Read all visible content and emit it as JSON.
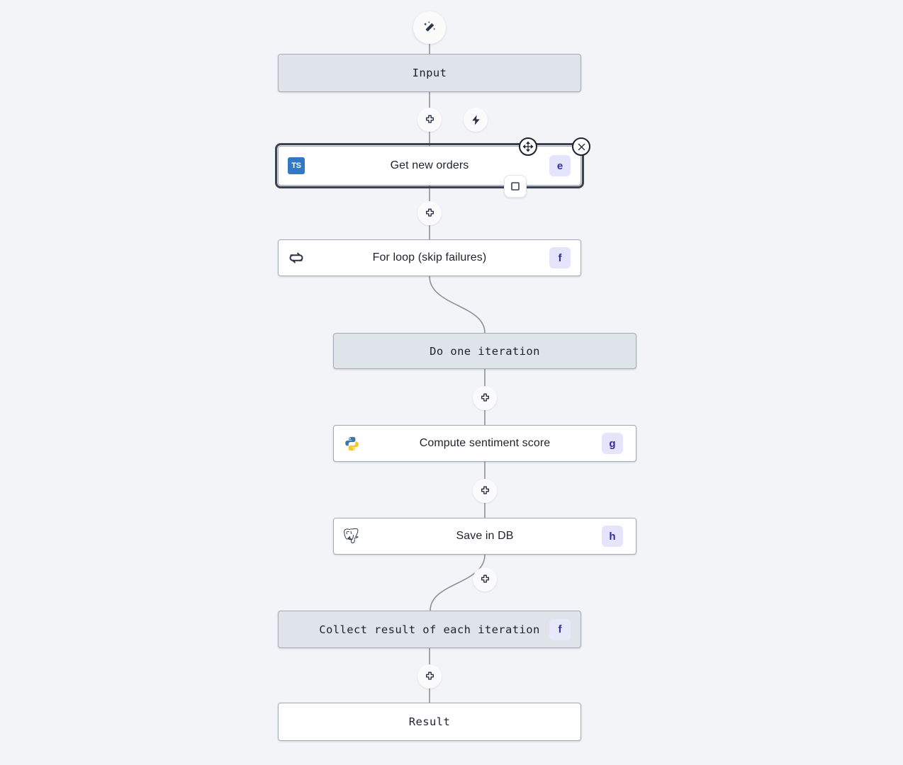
{
  "canvas": {
    "background": "#f2f4f7",
    "accent_badge_bg": "#e4e4fc",
    "accent_badge_fg": "#312e9e",
    "virtual_node_bg": "#dfe4eb",
    "node_border": "#a5acb8",
    "selection_border": "#3b4252",
    "edge_color": "#8b919c"
  },
  "toolbar": {
    "wand_label": "magic-wand",
    "lightning_label": "lightning"
  },
  "nodes": [
    {
      "id": "input",
      "label": "Input",
      "type": "virtual",
      "mono": true,
      "icon": null,
      "badge": null
    },
    {
      "id": "get-new-orders",
      "label": "Get new orders",
      "type": "selected",
      "mono": false,
      "icon": "typescript-icon",
      "badge": "e"
    },
    {
      "id": "for-loop",
      "label": "For loop (skip failures)",
      "type": "plain",
      "mono": false,
      "icon": "loop-icon",
      "badge": "f"
    },
    {
      "id": "do-one-iteration",
      "label": "Do one iteration",
      "type": "virtual",
      "mono": true,
      "icon": null,
      "badge": null
    },
    {
      "id": "compute-sentiment-score",
      "label": "Compute sentiment score",
      "type": "plain",
      "mono": false,
      "icon": "python-icon",
      "badge": "g"
    },
    {
      "id": "save-in-db",
      "label": "Save in DB",
      "type": "plain",
      "mono": false,
      "icon": "postgresql-icon",
      "badge": "h"
    },
    {
      "id": "collect-result",
      "label": "Collect result of each iteration",
      "type": "virtual",
      "mono": true,
      "icon": null,
      "badge": "f"
    },
    {
      "id": "result",
      "label": "Result",
      "type": "plain",
      "mono": true,
      "icon": null,
      "badge": null
    }
  ],
  "edge_buttons": [
    {
      "id": "add-after-input",
      "icon": "plus-icon"
    },
    {
      "id": "add-trigger",
      "icon": "lightning-icon"
    },
    {
      "id": "add-after-get-new-orders",
      "icon": "plus-icon"
    },
    {
      "id": "add-after-do-one-iteration",
      "icon": "plus-icon"
    },
    {
      "id": "add-after-compute-sentiment-score",
      "icon": "plus-icon"
    },
    {
      "id": "add-after-save-in-db",
      "icon": "plus-icon"
    },
    {
      "id": "add-after-collect-result",
      "icon": "plus-icon"
    }
  ],
  "selection_handles": [
    {
      "id": "move-handle",
      "icon": "move-icon"
    },
    {
      "id": "close-handle",
      "icon": "close-icon"
    },
    {
      "id": "stop-handle",
      "icon": "square-icon"
    }
  ]
}
